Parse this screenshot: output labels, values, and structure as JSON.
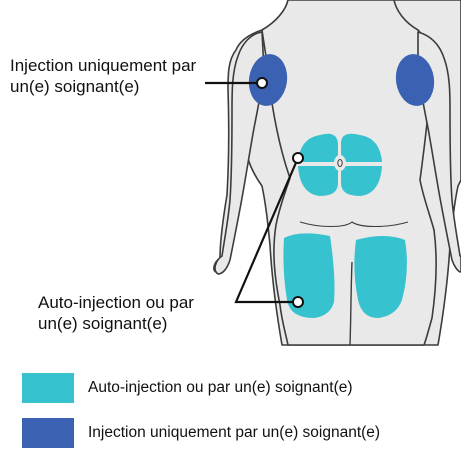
{
  "colors": {
    "self_or_caregiver": "#36c2cf",
    "caregiver_only": "#3b62b2",
    "body_fill": "#e9e9ea",
    "outline": "#3c3c3c"
  },
  "callouts": {
    "caregiver_only": [
      "Injection uniquement par",
      "un(e) soignant(e)"
    ],
    "self_or_caregiver": [
      "Auto-injection ou par",
      "un(e) soignant(e)"
    ]
  },
  "legend": [
    {
      "label": "Auto-injection ou par un(e) soignant(e)",
      "color_key": "self_or_caregiver"
    },
    {
      "label": "Injection uniquement par un(e) soignant(e)",
      "color_key": "caregiver_only"
    }
  ]
}
